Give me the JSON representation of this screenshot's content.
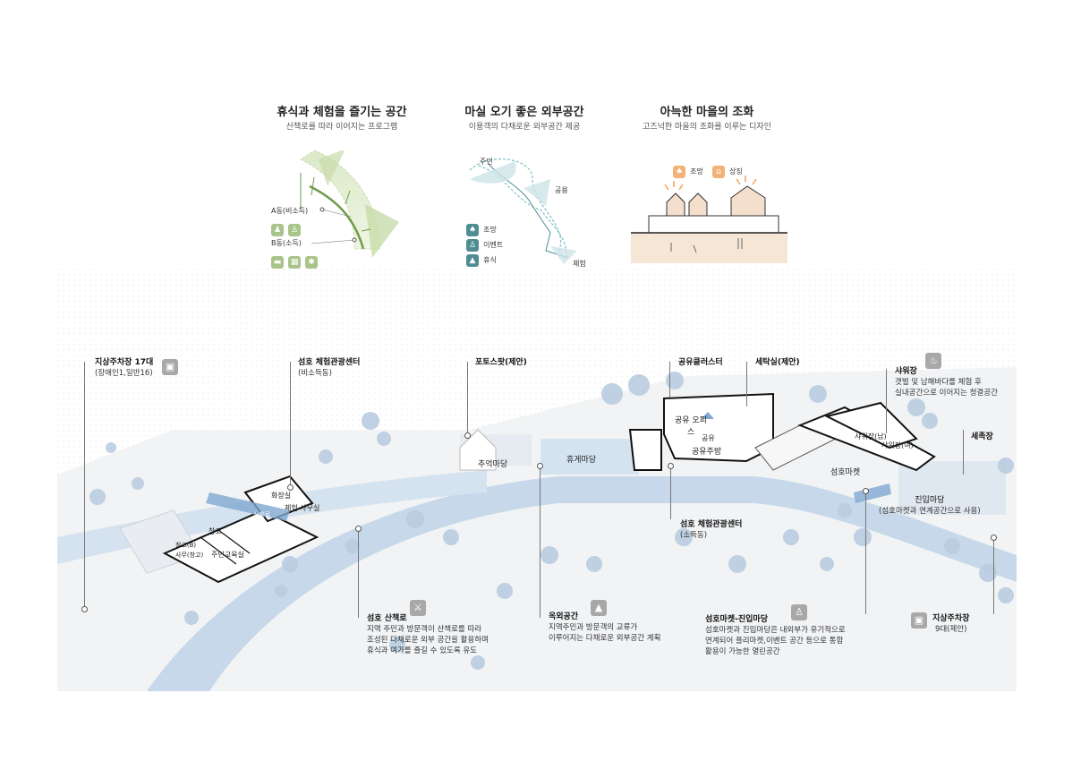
{
  "concepts": [
    {
      "title": "휴식과 체험을 즐기는 공간",
      "subtitle": "산책로를 따라 이어지는 프로그램",
      "labels": [
        "A동(비소득)",
        "B동(소득)"
      ],
      "color": "#6f9b4a"
    },
    {
      "title": "마실 오기 좋은 외부공간",
      "subtitle": "이용객의 다채로운 외부공간 제공",
      "path_labels": [
        "주민",
        "공용",
        "체험"
      ],
      "legend": [
        "조망",
        "이벤트",
        "휴식"
      ],
      "color": "#4f8d93"
    },
    {
      "title": "아늑한 마을의 조화",
      "subtitle": "고즈넉한 마을의 조화를 이루는 디자인",
      "legend": [
        "조망",
        "상징"
      ],
      "color": "#f2b27a"
    }
  ],
  "rooms": {
    "a_building": [
      "화장실",
      "창고",
      "체험 사무실",
      "주민교육실",
      "창고(B)",
      "사무(창고)"
    ],
    "rest_yard": "휴게마당",
    "memory_yard": "추억마당",
    "shared_office": "공유 오피스",
    "shared_kitchen": "공유주방",
    "shared_small": "공유",
    "market": "섬호마켓",
    "shower_m": "샤워장(남)",
    "shower_f": "샤워장(여)",
    "path_label": "산책로"
  },
  "callouts": {
    "parking17": {
      "title": "지상주차장 17대",
      "desc": "(장애인1,일반16)",
      "icon": "car-icon"
    },
    "exp_center_a": {
      "title": "섬호 체험관광센터",
      "desc": "(비소득동)"
    },
    "photo_spot": {
      "title": "포토스팟(제안)"
    },
    "shared_cluster": {
      "title": "공유클러스터"
    },
    "laundry": {
      "title": "세탁실(제안)"
    },
    "shower": {
      "title": "샤워장",
      "desc1": "갯벌 및 남해바다를 체험 후",
      "desc2": "실내공간으로 이어지는 청결공간",
      "icon": "shower-icon"
    },
    "footbath": {
      "title": "세족장"
    },
    "entry_yard": {
      "title": "진입마당",
      "desc": "(섬호마켓과 연계공간으로 사용)"
    },
    "exp_center_b": {
      "title": "섬호 체험관광센터",
      "desc": "(소득동)"
    },
    "trail": {
      "title": "섬호 산책로",
      "desc1": "지역 주민과 방문객이 산책로를 따라",
      "desc2": "조성된 다채로운 외부 공간을 활용하며",
      "desc3": "휴식과 여가를 즐길 수 있도록 유도",
      "icon": "walking-icon"
    },
    "outdoor": {
      "title": "옥외공간",
      "desc1": "지역주민과 방문객의 교류가",
      "desc2": "이루어지는 다채로운 외부공간 계획",
      "icon": "tree-icon"
    },
    "market_yard": {
      "title": "섬호마켓-진입마당",
      "desc1": "섬호마켓과 진입마당은 내외부가 유기적으로",
      "desc2": "연계되어 플리마켓,이벤트 공간 등으로 통합",
      "desc3": "활용이 가능한 열린공간",
      "icon": "people-icon"
    },
    "parking9": {
      "title": "지상주차장",
      "desc": "9대(제안)",
      "icon": "car-icon"
    }
  }
}
